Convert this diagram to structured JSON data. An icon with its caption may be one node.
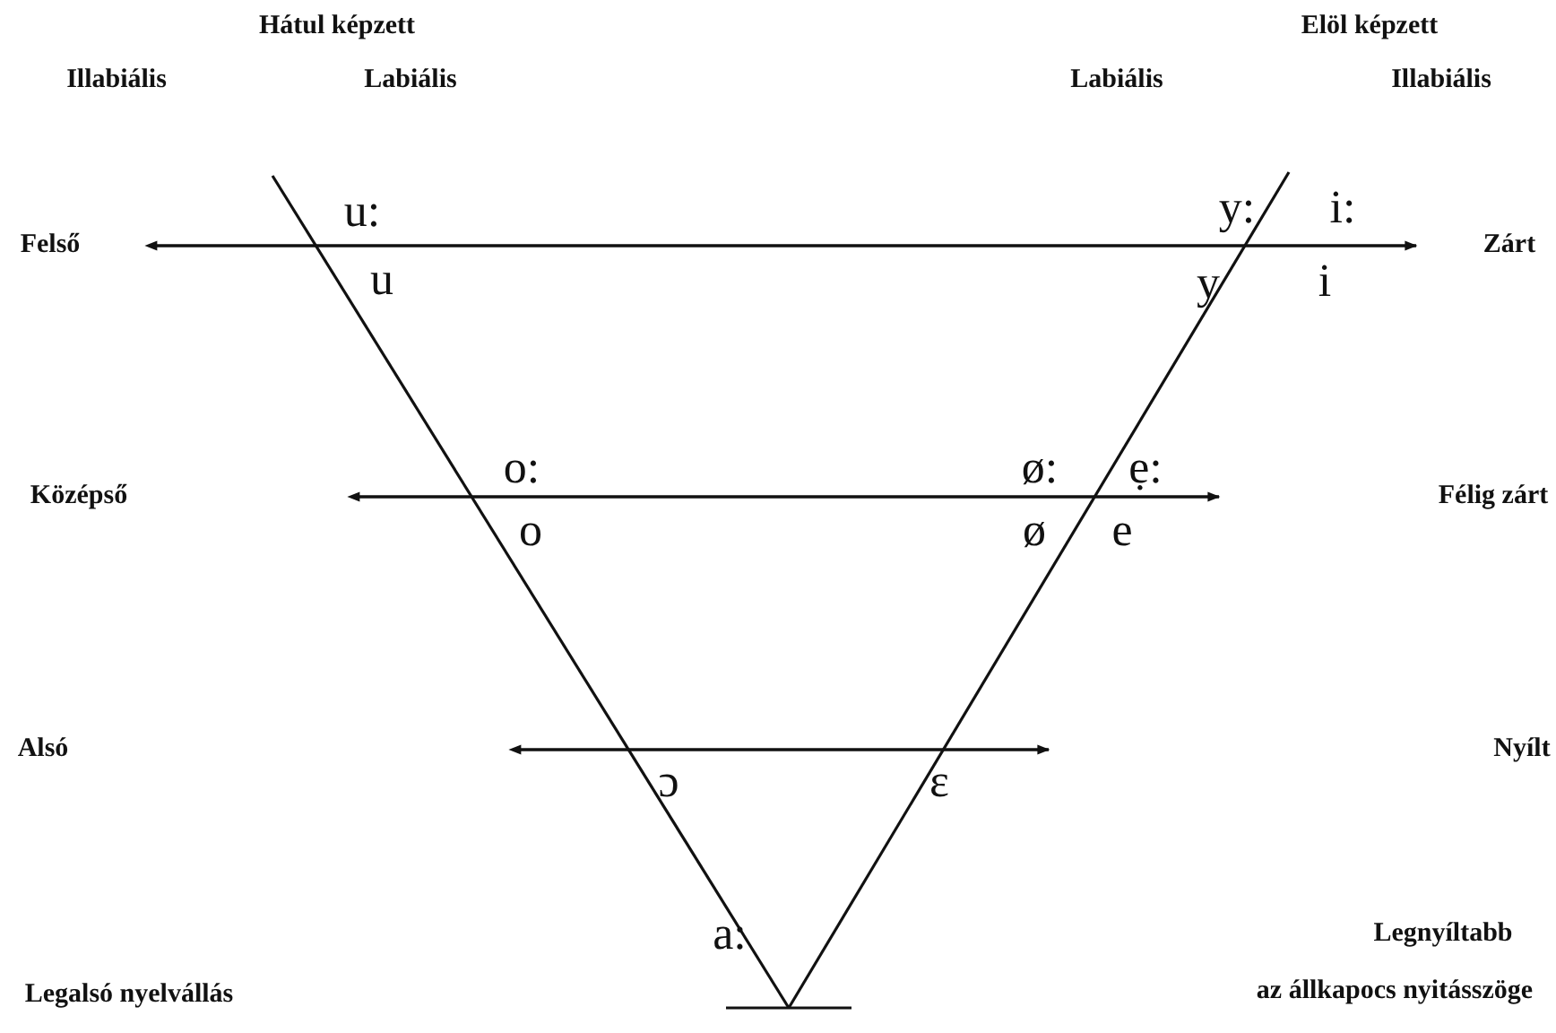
{
  "diagram": {
    "labels": [
      "Hátul képzett",
      "Elöl képzett",
      "Illabiális",
      "Labiális",
      "Labiális",
      "Illabiális",
      "u:",
      "y:",
      "i:",
      "Felső",
      "Zárt",
      "u",
      "y",
      "i",
      "o:",
      "ø:",
      "ẹ:",
      "Középső",
      "Félig zárt",
      "o",
      "ø",
      "e",
      "Alsó",
      "Nyílt",
      "ɔ",
      "ɛ",
      "a:",
      "Legnyíltabb",
      "Legalsó nyelvállás",
      "az állkapocs nyitásszöge"
    ]
  }
}
